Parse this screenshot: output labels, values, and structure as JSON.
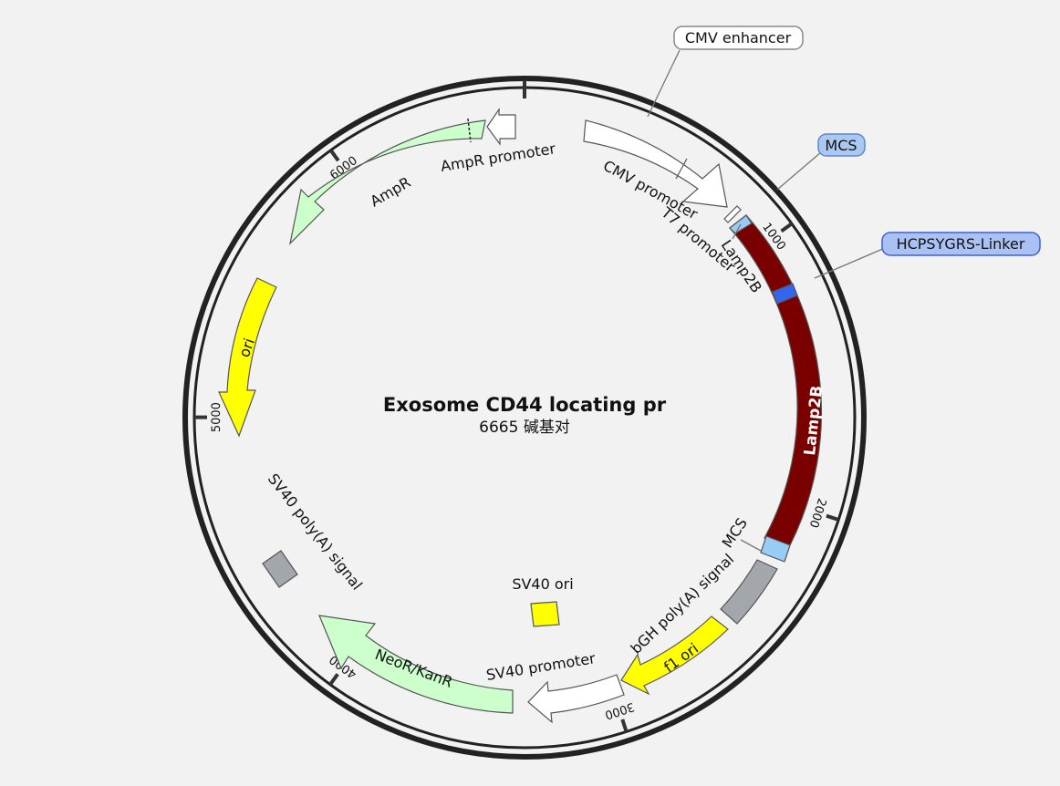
{
  "plasmid": {
    "name": "Exosome CD44 locating pr",
    "length_label": "6665 碱基对",
    "total_bp": 6665
  },
  "ticks": [
    {
      "bp": 0,
      "label": ""
    },
    {
      "bp": 1000,
      "label": "1000"
    },
    {
      "bp": 2000,
      "label": "2000"
    },
    {
      "bp": 3000,
      "label": "3000"
    },
    {
      "bp": 4000,
      "label": "4000"
    },
    {
      "bp": 5000,
      "label": "5000"
    },
    {
      "bp": 6000,
      "label": "6000"
    }
  ],
  "features": [
    {
      "name": "CMV promoter",
      "label": "CMV promoter",
      "color": "#ffffff",
      "type": "arrow-cw"
    },
    {
      "name": "Lamp2B",
      "label": "Lamp2B",
      "color": "#7a0000",
      "type": "box"
    },
    {
      "name": "HCPSYGRS-Linker",
      "label": "",
      "color": "#3366ee",
      "type": "box"
    },
    {
      "name": "MCS",
      "label": "",
      "color": "#99ccf4",
      "type": "box"
    },
    {
      "name": "bGH poly(A) signal",
      "label": "bGH poly(A) signal",
      "color": "#a3a7ab",
      "type": "box"
    },
    {
      "name": "f1 ori",
      "label": "f1 ori",
      "color": "#ffff00",
      "type": "arrow-ccw"
    },
    {
      "name": "SV40 promoter",
      "label": "SV40 promoter",
      "color": "#ffffff",
      "type": "arrow-ccw"
    },
    {
      "name": "NeoR/KanR",
      "label": "NeoR/KanR",
      "color": "#ccffcc",
      "type": "arrow-ccw"
    },
    {
      "name": "SV40 poly(A) signal",
      "label": "SV40 poly(A) signal",
      "color": "#a3a7ab",
      "type": "box"
    },
    {
      "name": "ori",
      "label": "ori",
      "color": "#ffff00",
      "type": "arrow-ccw"
    },
    {
      "name": "AmpR",
      "label": "AmpR",
      "color": "#ccffcc",
      "type": "arrow-ccw"
    },
    {
      "name": "AmpR promoter",
      "label": "AmpR promoter",
      "color": "#ffffff",
      "type": "arrow-ccw"
    },
    {
      "name": "SV40 ori",
      "label": "SV40 ori",
      "color": "#ffff00",
      "type": "box"
    }
  ],
  "inner_labels": {
    "cmv_promoter": "CMV promoter",
    "t7_promoter": "T7 promoter",
    "lamp2b_outer": "Lamp2B",
    "lamp2b_inner": "Lamp2B",
    "mcs": "MCS",
    "bgh": "bGH poly(A) signal",
    "f1ori": "f1 ori",
    "sv40_promoter": "SV40 promoter",
    "neor": "NeoR/KanR",
    "sv40_polya": "SV40 poly(A) signal",
    "ori": "ori",
    "ampr": "AmpR",
    "ampr_promoter": "AmpR promoter",
    "sv40_ori": "SV40 ori"
  },
  "callouts": {
    "cmv_enhancer": "CMV enhancer",
    "mcs": "MCS",
    "linker": "HCPSYGRS-Linker"
  },
  "colors": {
    "backbone": "#222222",
    "lamp2b": "#7a0000",
    "yellow": "#ffff00",
    "green": "#ccffcc",
    "gray": "#a3a7ab",
    "linker": "#3366ee",
    "mcs": "#99ccf4"
  }
}
